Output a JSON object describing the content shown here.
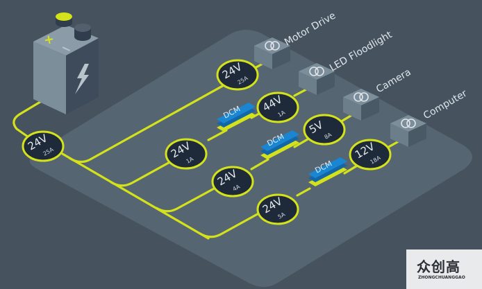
{
  "colors": {
    "background": "#46535f",
    "platform": "#566572",
    "wire": "#d4e21c",
    "node_fill": "#1e2a3a",
    "dcm_blue": "#1a86d1",
    "device_box": "#7d8e9b",
    "label": "#dfe5ea"
  },
  "battery": {
    "plus_symbol": "+",
    "minus_symbol": "−",
    "icon": "lightning-bolt-icon"
  },
  "source_node": {
    "voltage": "24V",
    "current": "25A"
  },
  "branches": [
    {
      "device": "Motor Drive",
      "device_icon": "linked-rings-icon",
      "nodes": [
        {
          "voltage": "24V",
          "current": "25A"
        }
      ],
      "converter": null
    },
    {
      "device": "LED Floodlight",
      "device_icon": "linked-rings-icon",
      "nodes": [
        {
          "voltage": "24V",
          "current": "1A"
        },
        {
          "voltage": "44V",
          "current": "1A"
        }
      ],
      "converter": "DCM"
    },
    {
      "device": "Camera",
      "device_icon": "linked-rings-icon",
      "nodes": [
        {
          "voltage": "24V",
          "current": "4A"
        },
        {
          "voltage": "5V",
          "current": "8A"
        }
      ],
      "converter": "DCM"
    },
    {
      "device": "Computer",
      "device_icon": "linked-rings-icon",
      "nodes": [
        {
          "voltage": "24V",
          "current": "5A"
        },
        {
          "voltage": "12V",
          "current": "18A"
        }
      ],
      "converter": "DCM"
    }
  ],
  "watermark": {
    "title": "众创高",
    "subtitle": "ZHONGCHUANGGAO"
  }
}
